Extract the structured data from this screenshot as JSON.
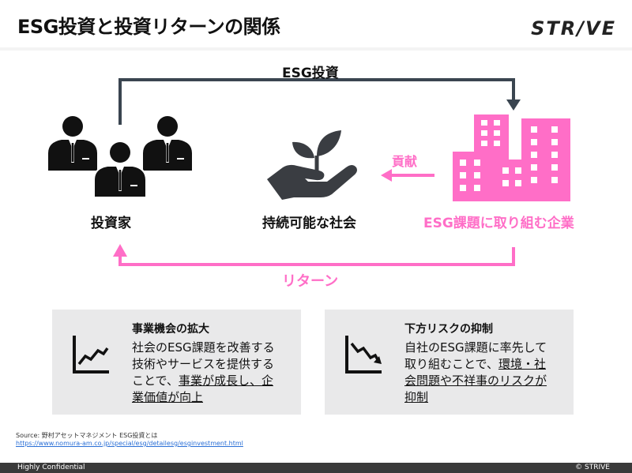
{
  "header": {
    "title": "ESG投資と投資リターンの関係",
    "logo": "STR/VE"
  },
  "flow": {
    "top_arrow_label": "ESG投資",
    "bottom_arrow_label": "リターン",
    "contribution_label": "貢献",
    "investor_label": "投資家",
    "society_label": "持続可能な社会",
    "company_label": "ESG課題に取り組む企業"
  },
  "colors": {
    "accent": "#ff6ec7",
    "dark": "#3a4550",
    "card": "#e9e9ea"
  },
  "cards": [
    {
      "title": "事業機会の拡大",
      "icon": "chart-up-icon",
      "lines": [
        {
          "plain": "社会のESG課題を改善する"
        },
        {
          "plain": "技術やサービスを提供する"
        },
        {
          "plain": "ことで、",
          "underline": "事業が成長し、企"
        },
        {
          "underline": "業価値が向上"
        }
      ]
    },
    {
      "title": "下方リスクの抑制",
      "icon": "chart-down-icon",
      "lines": [
        {
          "plain": "自社のESG課題に率先して"
        },
        {
          "plain": "取り組むことで、",
          "underline": "環境・社"
        },
        {
          "underline": "会問題や不祥事のリスクが"
        },
        {
          "underline": "抑制"
        }
      ]
    }
  ],
  "source": {
    "label": "Source: 野村アセットマネジメント ESG投資とは",
    "url": "https://www.nomura-am.co.jp/special/esg/detailesg/esginvestment.html"
  },
  "footer": {
    "left": "Highly Confidential",
    "right": "© STRIVE"
  }
}
